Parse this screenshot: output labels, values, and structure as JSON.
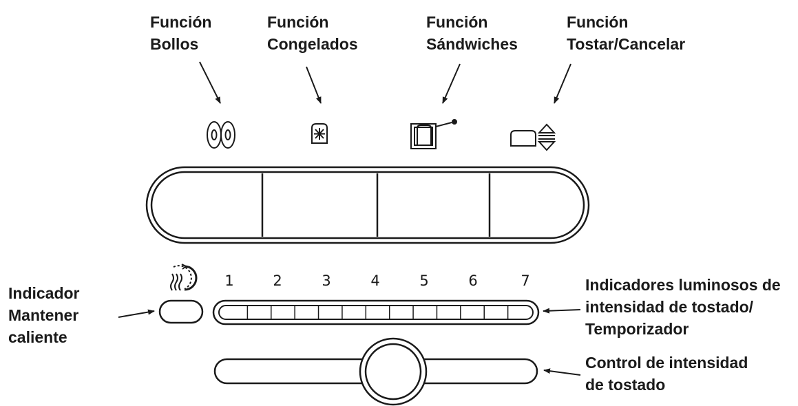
{
  "colors": {
    "ink": "#1a1a1a",
    "background": "#ffffff"
  },
  "function_labels": [
    {
      "line1": "Función",
      "line2": "Bollos",
      "icon": "bagel-icon"
    },
    {
      "line1": "Función",
      "line2": "Congelados",
      "icon": "frozen-snowflake-icon"
    },
    {
      "line1": "Función",
      "line2": "Sándwiches",
      "icon": "sandwich-icon"
    },
    {
      "line1": "Función",
      "line2": "Tostar/Cancelar",
      "icon": "toast-up-down-icon"
    }
  ],
  "keep_warm_label": {
    "line1": "Indicador",
    "line2": "Mantener",
    "line3": "caliente",
    "icon": "steam-heat-icon"
  },
  "light_indicator_label": {
    "line1": "Indicadores luminosos de",
    "line2": "intensidad de tostado/",
    "line3": "Temporizador"
  },
  "shade_control_label": {
    "line1": "Control de intensidad",
    "line2": "de tostado"
  },
  "shade_levels": [
    "1",
    "2",
    "3",
    "4",
    "5",
    "6",
    "7"
  ]
}
